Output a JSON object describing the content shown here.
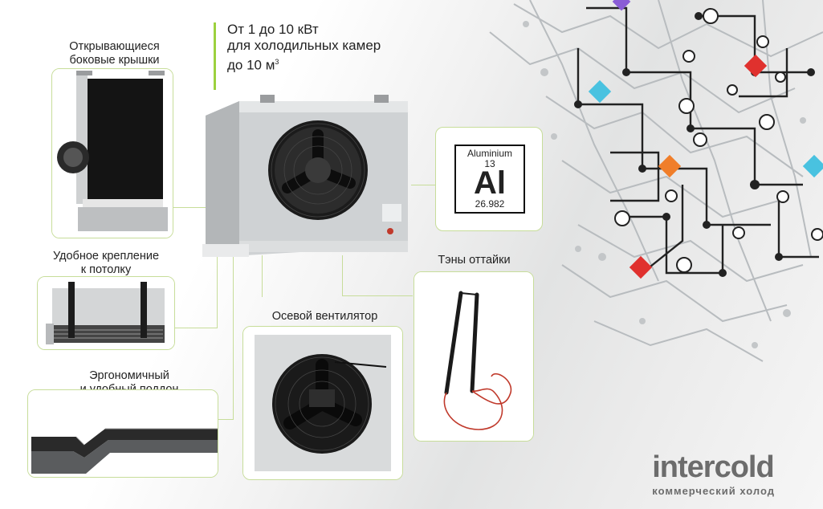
{
  "headline": {
    "line1": "От 1 до 10 кВт",
    "line2": "для холодильных камер",
    "line3": "до 10 м",
    "sup": "3"
  },
  "features": {
    "side_covers_line1": "Открывающиеся",
    "side_covers_line2": "боковые крышки",
    "ceiling_mount_line1": "Удобное крепление",
    "ceiling_mount_line2": "к потолку",
    "drip_tray_line1": "Эргономичный",
    "drip_tray_line2": "и удобный поддон",
    "axial_fan": "Осевой вентилятор",
    "defrost_heaters": "Тэны оттайки"
  },
  "element": {
    "name": "Aluminium",
    "number": "13",
    "symbol": "Al",
    "mass": "26.982"
  },
  "brand": {
    "name": "intercold",
    "tagline": "коммерческий холод"
  },
  "colors": {
    "accent_green": "#9cd13e",
    "box_border": "#c7dd9a",
    "brand_gray": "#6c6c6c",
    "node_red": "#e0312e",
    "node_blue": "#49c2e0",
    "node_orange": "#f07e2a",
    "node_purple": "#8a5cd6"
  }
}
